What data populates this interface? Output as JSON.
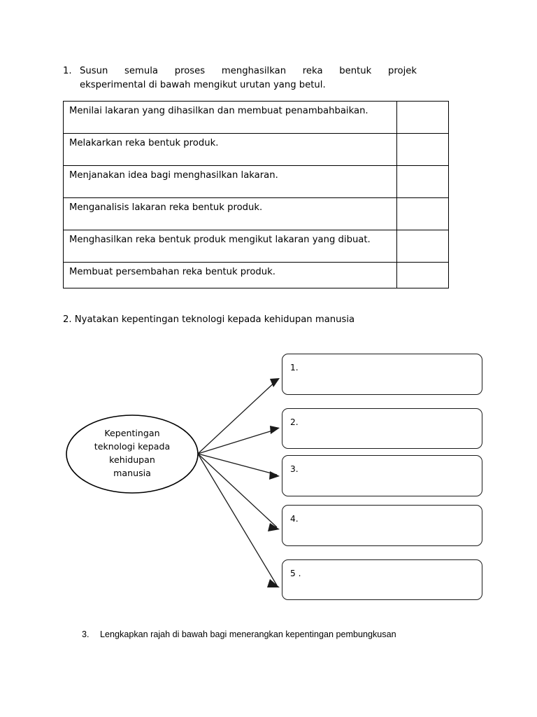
{
  "page": {
    "background_color": "#ffffff",
    "text_color": "#000000",
    "line_color": "#000000"
  },
  "question1": {
    "number": "1.",
    "line1": "Susun semula proses menghasilkan reka bentuk projek",
    "line2": "eksperimental di bawah   mengikut urutan yang betul.",
    "table": {
      "rows": [
        {
          "label": "Menilai lakaran yang dihasilkan dan membuat penambahbaikan.",
          "answer": ""
        },
        {
          "label": "Melakarkan reka bentuk produk.",
          "answer": ""
        },
        {
          "label": "Menjanakan idea bagi menghasilkan lakaran.",
          "answer": ""
        },
        {
          "label": "Menganalisis lakaran reka bentuk produk.",
          "answer": ""
        },
        {
          "label": "Menghasilkan reka bentuk produk mengikut lakaran yang dibuat.",
          "answer": ""
        },
        {
          "label": "Membuat persembahan reka bentuk produk.",
          "answer": ""
        }
      ]
    }
  },
  "question2": {
    "text": "2. Nyatakan kepentingan teknologi kepada kehidupan manusia",
    "diagram": {
      "center_label": "Kepentingan teknologi kepada kehidupan manusia",
      "center_label_lines": [
        "Kepentingan",
        "teknologi kepada",
        "kehidupan",
        "manusia"
      ],
      "boxes": [
        {
          "label": "1.",
          "value": ""
        },
        {
          "label": "2.",
          "value": ""
        },
        {
          "label": "3.",
          "value": ""
        },
        {
          "label": "4.",
          "value": ""
        },
        {
          "label": "5 .",
          "value": ""
        }
      ]
    }
  },
  "question3": {
    "number": "3.",
    "text": "Lengkapkan rajah di bawah bagi menerangkan kepentingan pembungkusan"
  }
}
